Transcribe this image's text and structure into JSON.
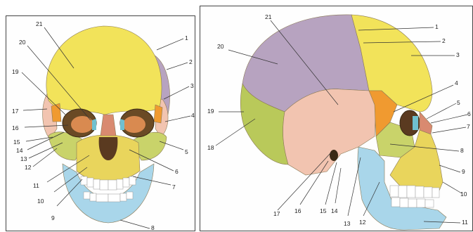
{
  "front": {
    "labels": [
      "1",
      "2",
      "3",
      "4",
      "5",
      "6",
      "7",
      "8",
      "9",
      "10",
      "11",
      "12",
      "13",
      "14",
      "15",
      "16",
      "17",
      "19",
      "20",
      "21"
    ]
  },
  "side": {
    "labels": [
      "1",
      "2",
      "3",
      "4",
      "5",
      "6",
      "7",
      "8",
      "9",
      "10",
      "11",
      "12",
      "13",
      "14",
      "15",
      "16",
      "17",
      "18",
      "19",
      "20",
      "21"
    ]
  },
  "colors": {
    "frontal": "#f2e35a",
    "parietal": "#b7a3c0",
    "temporal": "#f2c4b0",
    "sphenoid": "#f09a30",
    "zygomatic": "#c9d36a",
    "occipital": "#b9c95a",
    "maxilla": "#e9d55c",
    "mandible": "#a9d6ea",
    "nasal": "#d98a70",
    "lacrimal": "#6fc0cf",
    "teeth": "#ffffff"
  }
}
